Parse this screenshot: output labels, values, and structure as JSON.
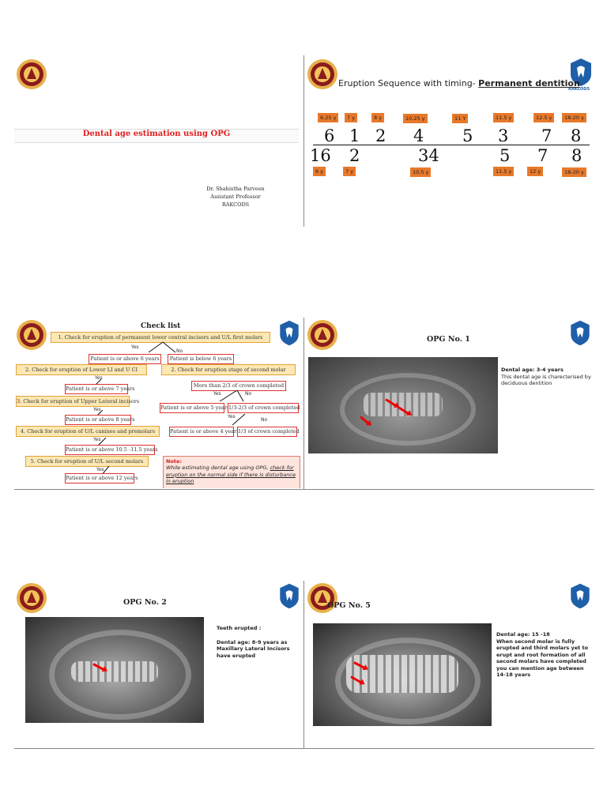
{
  "slide1": {
    "title": "Dental age estimation using OPG",
    "author": "Dr. Shahistha Parveen",
    "role": "Assistant Professor",
    "institution": "RAKCODS"
  },
  "slide2": {
    "title_prefix": "Eruption Sequence with timing-",
    "title_emphasis": "Permanent dentition",
    "upper_times": [
      "6.25 y",
      "7 y",
      "8 y",
      "10.25 y",
      "11 Y",
      "11.5 y",
      "12.5 y",
      "18-20 y"
    ],
    "upper_teeth": [
      "6",
      "1",
      "2",
      "4",
      "5",
      "3",
      "7",
      "8"
    ],
    "lower_teeth": [
      "16",
      "2",
      "34",
      "5",
      "7",
      "8"
    ],
    "lower_times": [
      "6 y",
      "7 y",
      "10.5 y",
      "11.5 y",
      "12 y",
      "18-20 y"
    ]
  },
  "slide3": {
    "title": "Check list",
    "step1": "1. Check for eruption of permanent lower central incisors and U/L first molars",
    "yes": "Yes",
    "no": "No",
    "above6": "Patient is or above 6 years",
    "below6": "Patient is below 6 years",
    "step2a": "2. Check for eruption of Lower LI and U CI",
    "above7": "Patient is or above 7 years",
    "step2b": "2. Check for eruption stage of second molar",
    "crown_more": "More than 2/3 of crown completed",
    "above5": "Patient is or above 5 years",
    "crown_mid": "1/3-2/3 of crown completed",
    "step3": "3. Check for eruption of Upper Lateral incisors",
    "above8": "Patient is or above 8 years",
    "above4": "Patient is or above 4 years",
    "crown_third": "1/3 of crown completed",
    "step4": "4. Check for eruption of U/L canines and premolars",
    "above10": "Patient is or above 10.5 -11.5  years",
    "step5": "5. Check for eruption of U/L second molars",
    "above12": "Patient is or above 12 years",
    "note_title": "Note:",
    "note_prefix": "While estimating dental age using OPG,",
    "note_underlined": "check for eruption on the normal side if there is disturbance in eruption"
  },
  "slide4": {
    "title": "OPG No. 1",
    "age": "Dental age: 3-4 years",
    "desc": "This dental age is charecterised by deciduous dentition"
  },
  "slide5": {
    "title": "OPG No. 2",
    "erupted": "Teeth erupted :",
    "age": "Dental age: 8-9 years as Maxillary Lateral Incisors have erupted"
  },
  "slide6": {
    "title": "OPG No. 5",
    "age": "Dental age:  15 -18",
    "desc": "When second molar is fully erupted and third molars yet to erupt and root formation of all second molars have completed you can mention age between 14-18 years"
  },
  "colors": {
    "accent_red": "#e02020",
    "tag_orange": "#e8792b",
    "step_yellow": "#fde8b4",
    "logo_blue": "#1f5fa8",
    "logo_maroon": "#8a1c1c"
  }
}
